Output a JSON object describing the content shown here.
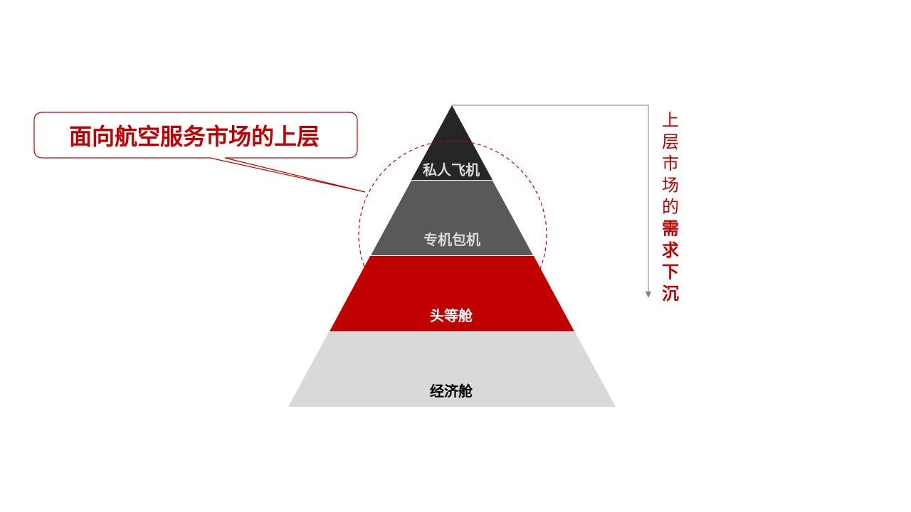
{
  "colors": {
    "accent_red": "#c00000",
    "tier_black": "#262626",
    "tier_dark_gray": "#595959",
    "tier_red": "#c00000",
    "tier_light_gray": "#d9d9d9",
    "label_light": "#d9d9d9",
    "label_white": "#ffffff",
    "label_black": "#000000",
    "arrow_gray": "#7f7f7f"
  },
  "callout": {
    "text": "面向航空服务市场的上层"
  },
  "pyramid": {
    "tiers": [
      {
        "label": "私人飞机",
        "rank": 1
      },
      {
        "label": "专机包机",
        "rank": 2
      },
      {
        "label": "头等舱",
        "rank": 3
      },
      {
        "label": "经济舱",
        "rank": 4
      }
    ]
  },
  "side_note": {
    "normal_part": "上层市场的",
    "bold_part": "需求下沉"
  }
}
